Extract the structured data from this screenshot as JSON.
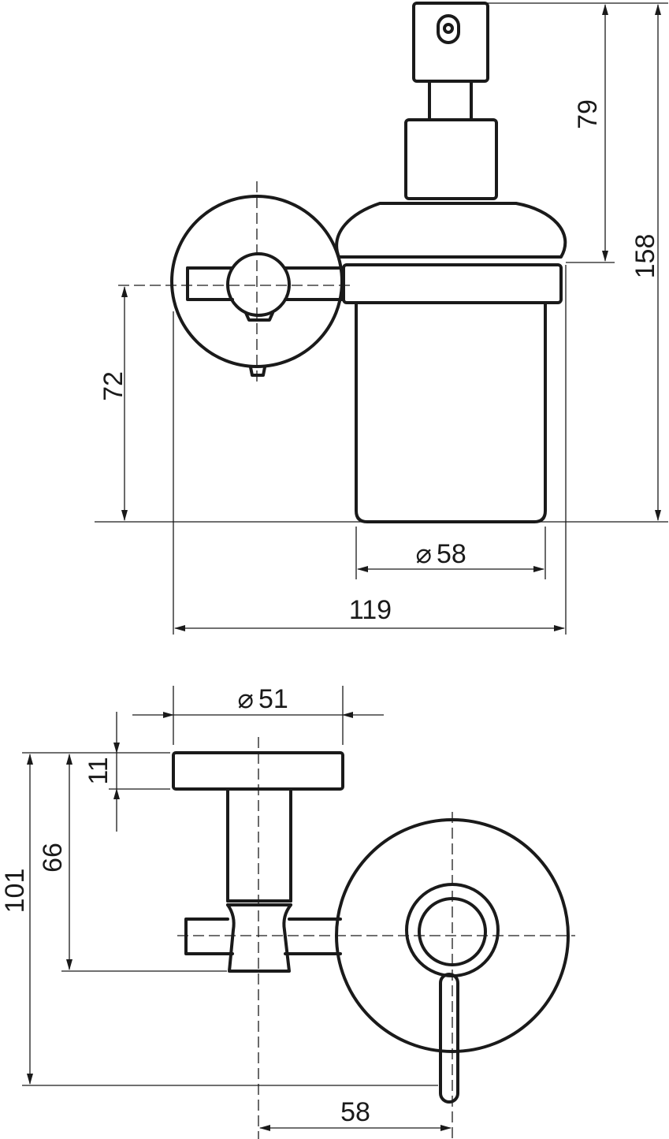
{
  "dimensions": {
    "pump_height": "79",
    "total_height": "158",
    "mount_height": "72",
    "bottle_diameter": "58",
    "total_width": "119",
    "flange_diameter": "51",
    "flange_thickness": "11",
    "arm_height": "66",
    "side_height": "101",
    "projection": "58"
  },
  "symbols": {
    "diameter": "⌀"
  },
  "colors": {
    "line": "#1a1a1a",
    "background": "#ffffff"
  }
}
